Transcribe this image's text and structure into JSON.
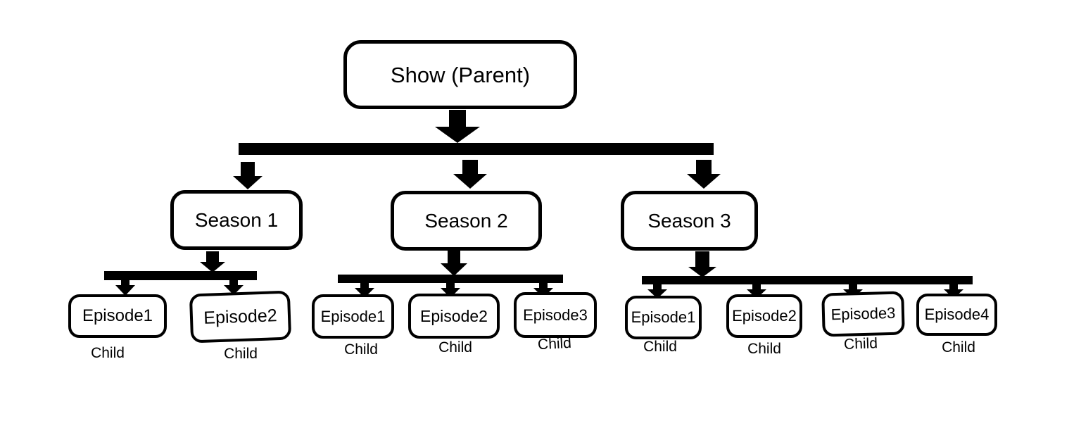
{
  "diagram": {
    "title_hint": "TV show hierarchy tree",
    "colors": {
      "ink": "#000000",
      "paper": "#ffffff"
    },
    "root": {
      "label": "Show (Parent)"
    },
    "seasons": [
      {
        "label": "Season 1",
        "episodes": [
          {
            "label": "Episode1",
            "tag": "Child"
          },
          {
            "label": "Episode2",
            "tag": "Child"
          }
        ]
      },
      {
        "label": "Season 2",
        "episodes": [
          {
            "label": "Episode1",
            "tag": "Child"
          },
          {
            "label": "Episode2",
            "tag": "Child"
          },
          {
            "label": "Episode3",
            "tag": "Child"
          }
        ]
      },
      {
        "label": "Season 3",
        "episodes": [
          {
            "label": "Episode1",
            "tag": "Child"
          },
          {
            "label": "Episode2",
            "tag": "Child"
          },
          {
            "label": "Episode3",
            "tag": "Child"
          },
          {
            "label": "Episode4",
            "tag": "Child"
          }
        ]
      }
    ]
  }
}
